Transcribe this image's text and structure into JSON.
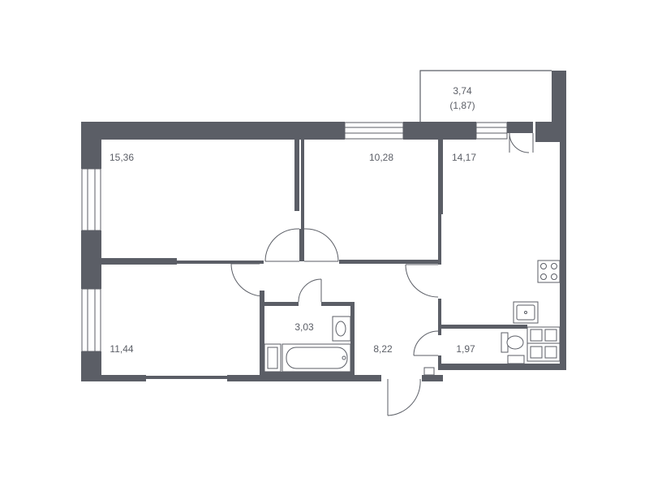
{
  "plan": {
    "colors": {
      "wall": "#5b5e66",
      "line": "#5b5e66",
      "background": "#ffffff"
    },
    "rooms": [
      {
        "id": "balcony",
        "area": "3,74",
        "reduced_area": "(1,87)"
      },
      {
        "id": "bedroom-1",
        "area": "15,36"
      },
      {
        "id": "bedroom-2",
        "area": "10,28"
      },
      {
        "id": "kitchen-living",
        "area": "14,17"
      },
      {
        "id": "bedroom-3",
        "area": "11,44"
      },
      {
        "id": "bathroom",
        "area": "3,03"
      },
      {
        "id": "hallway",
        "area": "8,22"
      },
      {
        "id": "toilet",
        "area": "1,97"
      }
    ]
  }
}
